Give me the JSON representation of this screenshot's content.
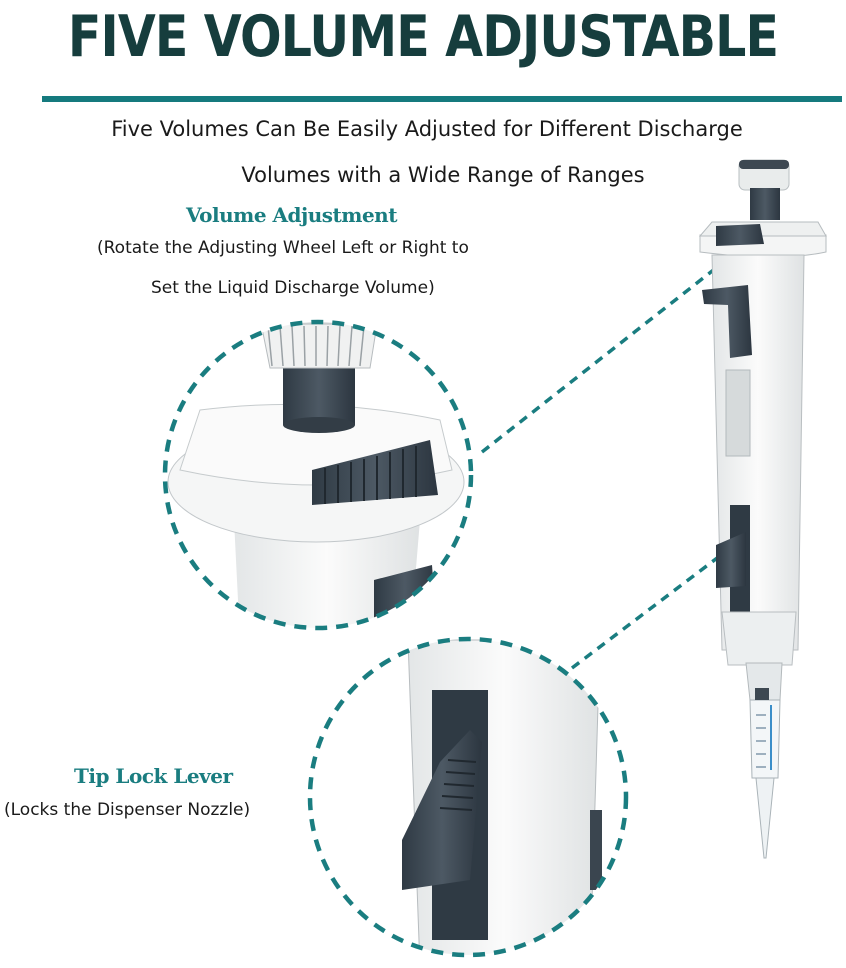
{
  "title": "FIVE VOLUME ADJUSTABLE",
  "subtitle_line1": "Five Volumes Can Be Easily Adjusted for Different Discharge",
  "subtitle_line2": "Volumes with a Wide Range of Ranges",
  "callouts": [
    {
      "label": "Volume Adjustment",
      "description_line1": "(Rotate the Adjusting Wheel Left or Right to",
      "description_line2": "Set the Liquid Discharge Volume)"
    },
    {
      "label": "Tip Lock Lever",
      "description_line1": "(Locks the Dispenser Nozzle)"
    }
  ],
  "colors": {
    "title": "#163d3d",
    "accent": "#157a7e",
    "label": "#1a7d80",
    "device_body": "#f2f3f3",
    "device_dark": "#3d4852"
  }
}
